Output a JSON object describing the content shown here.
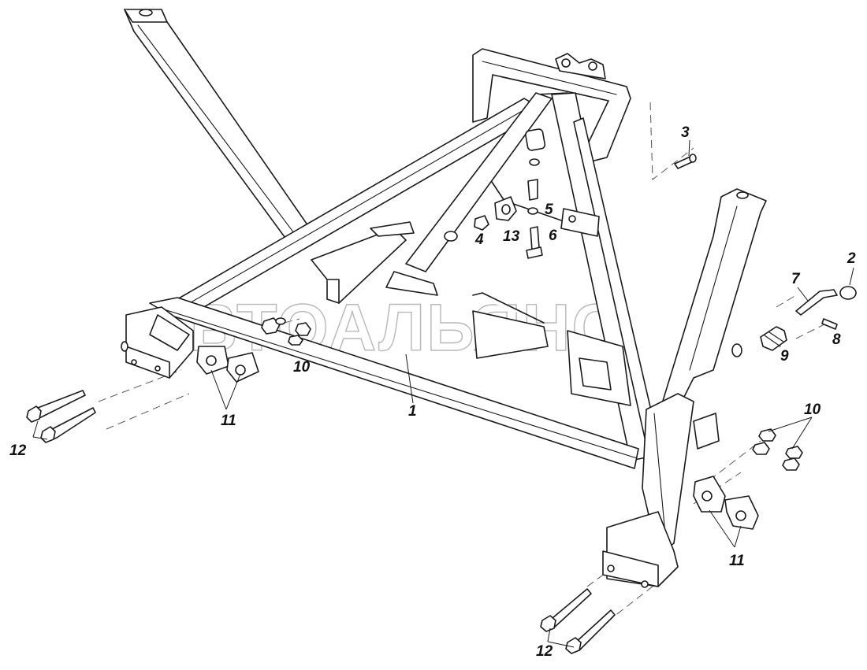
{
  "watermark": "АВТОАЛЬЯНС",
  "callouts": {
    "c1": "1",
    "c2": "2",
    "c3": "3",
    "c4": "4",
    "c5": "5",
    "c6": "6",
    "c7": "7",
    "c8": "8",
    "c9": "9",
    "c10a": "10",
    "c10b": "10",
    "c11a": "11",
    "c11b": "11",
    "c12a": "12",
    "c12b": "12",
    "c13": "13"
  },
  "colors": {
    "line": "#1a1a1a",
    "watermark": "#b8b8b8",
    "background": "#ffffff"
  }
}
